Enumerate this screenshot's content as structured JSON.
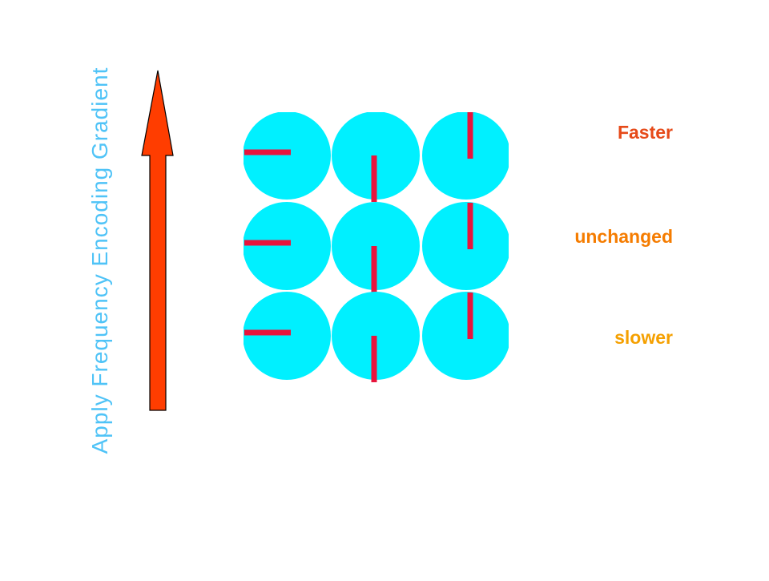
{
  "diagram": {
    "axis_label": "Apply Frequency Encoding Gradient",
    "rows": [
      {
        "label": "Faster",
        "phases_deg": [
          270,
          180,
          0
        ]
      },
      {
        "label": "unchanged",
        "phases_deg": [
          270,
          180,
          0
        ]
      },
      {
        "label": "slower",
        "phases_deg": [
          270,
          180,
          0
        ]
      }
    ]
  },
  "colors": {
    "axis_label": "#4fc3f7",
    "arrow": "#ff3d00",
    "circle": "#00f0ff",
    "needle": "#e8143c",
    "faster": "#e64a19",
    "unchanged": "#f57c00",
    "slower": "#f5a000"
  }
}
